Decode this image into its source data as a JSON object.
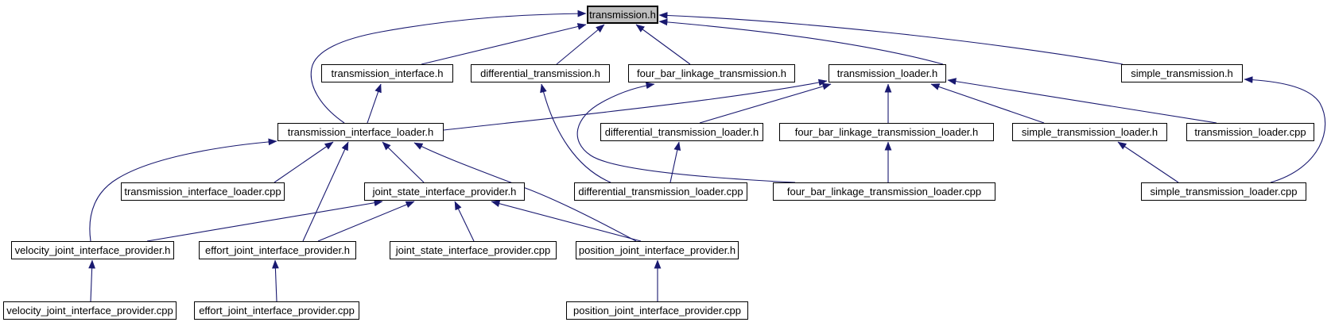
{
  "diagram": {
    "title": "transmission.h include dependency graph (included-by)",
    "root": "transmission.h",
    "colors": {
      "edge": "#191970",
      "root_fill": "#bebebe",
      "node_fill": "#ffffff",
      "node_border": "#000000"
    },
    "nodes": {
      "transmission_h": {
        "label": "transmission.h"
      },
      "transmission_interface_h": {
        "label": "transmission_interface.h"
      },
      "differential_transmission_h": {
        "label": "differential_transmission.h"
      },
      "four_bar_linkage_transmission_h": {
        "label": "four_bar_linkage_transmission.h"
      },
      "transmission_loader_h": {
        "label": "transmission_loader.h"
      },
      "simple_transmission_h": {
        "label": "simple_transmission.h"
      },
      "transmission_interface_loader_h": {
        "label": "transmission_interface_loader.h"
      },
      "differential_transmission_loader_h": {
        "label": "differential_transmission_loader.h"
      },
      "four_bar_linkage_transmission_loader_h": {
        "label": "four_bar_linkage_transmission_loader.h"
      },
      "simple_transmission_loader_h": {
        "label": "simple_transmission_loader.h"
      },
      "transmission_loader_cpp": {
        "label": "transmission_loader.cpp"
      },
      "transmission_interface_loader_cpp": {
        "label": "transmission_interface_loader.cpp"
      },
      "joint_state_interface_provider_h": {
        "label": "joint_state_interface_provider.h"
      },
      "differential_transmission_loader_cpp": {
        "label": "differential_transmission_loader.cpp"
      },
      "four_bar_linkage_transmission_loader_cpp": {
        "label": "four_bar_linkage_transmission_loader.cpp"
      },
      "simple_transmission_loader_cpp": {
        "label": "simple_transmission_loader.cpp"
      },
      "velocity_joint_interface_provider_h": {
        "label": "velocity_joint_interface_provider.h"
      },
      "effort_joint_interface_provider_h": {
        "label": "effort_joint_interface_provider.h"
      },
      "joint_state_interface_provider_cpp": {
        "label": "joint_state_interface_provider.cpp"
      },
      "position_joint_interface_provider_h": {
        "label": "position_joint_interface_provider.h"
      },
      "velocity_joint_interface_provider_cpp": {
        "label": "velocity_joint_interface_provider.cpp"
      },
      "effort_joint_interface_provider_cpp": {
        "label": "effort_joint_interface_provider.cpp"
      },
      "position_joint_interface_provider_cpp": {
        "label": "position_joint_interface_provider.cpp"
      }
    },
    "edges": [
      {
        "from": "transmission_interface_h",
        "to": "transmission_h"
      },
      {
        "from": "differential_transmission_h",
        "to": "transmission_h"
      },
      {
        "from": "four_bar_linkage_transmission_h",
        "to": "transmission_h"
      },
      {
        "from": "transmission_loader_h",
        "to": "transmission_h"
      },
      {
        "from": "simple_transmission_h",
        "to": "transmission_h"
      },
      {
        "from": "transmission_interface_loader_h",
        "to": "transmission_h"
      },
      {
        "from": "transmission_interface_loader_h",
        "to": "transmission_interface_h"
      },
      {
        "from": "differential_transmission_loader_cpp",
        "to": "differential_transmission_h"
      },
      {
        "from": "four_bar_linkage_transmission_loader_cpp",
        "to": "four_bar_linkage_transmission_h"
      },
      {
        "from": "transmission_interface_loader_h",
        "to": "transmission_loader_h"
      },
      {
        "from": "differential_transmission_loader_h",
        "to": "transmission_loader_h"
      },
      {
        "from": "four_bar_linkage_transmission_loader_h",
        "to": "transmission_loader_h"
      },
      {
        "from": "simple_transmission_loader_h",
        "to": "transmission_loader_h"
      },
      {
        "from": "transmission_loader_cpp",
        "to": "transmission_loader_h"
      },
      {
        "from": "simple_transmission_loader_cpp",
        "to": "simple_transmission_h"
      },
      {
        "from": "transmission_interface_loader_cpp",
        "to": "transmission_interface_loader_h"
      },
      {
        "from": "joint_state_interface_provider_h",
        "to": "transmission_interface_loader_h"
      },
      {
        "from": "velocity_joint_interface_provider_h",
        "to": "transmission_interface_loader_h"
      },
      {
        "from": "effort_joint_interface_provider_h",
        "to": "transmission_interface_loader_h"
      },
      {
        "from": "position_joint_interface_provider_h",
        "to": "transmission_interface_loader_h"
      },
      {
        "from": "differential_transmission_loader_cpp",
        "to": "differential_transmission_loader_h"
      },
      {
        "from": "four_bar_linkage_transmission_loader_cpp",
        "to": "four_bar_linkage_transmission_loader_h"
      },
      {
        "from": "simple_transmission_loader_cpp",
        "to": "simple_transmission_loader_h"
      },
      {
        "from": "velocity_joint_interface_provider_h",
        "to": "joint_state_interface_provider_h"
      },
      {
        "from": "effort_joint_interface_provider_h",
        "to": "joint_state_interface_provider_h"
      },
      {
        "from": "joint_state_interface_provider_cpp",
        "to": "joint_state_interface_provider_h"
      },
      {
        "from": "position_joint_interface_provider_h",
        "to": "joint_state_interface_provider_h"
      },
      {
        "from": "velocity_joint_interface_provider_cpp",
        "to": "velocity_joint_interface_provider_h"
      },
      {
        "from": "effort_joint_interface_provider_cpp",
        "to": "effort_joint_interface_provider_h"
      },
      {
        "from": "position_joint_interface_provider_cpp",
        "to": "position_joint_interface_provider_h"
      }
    ]
  }
}
